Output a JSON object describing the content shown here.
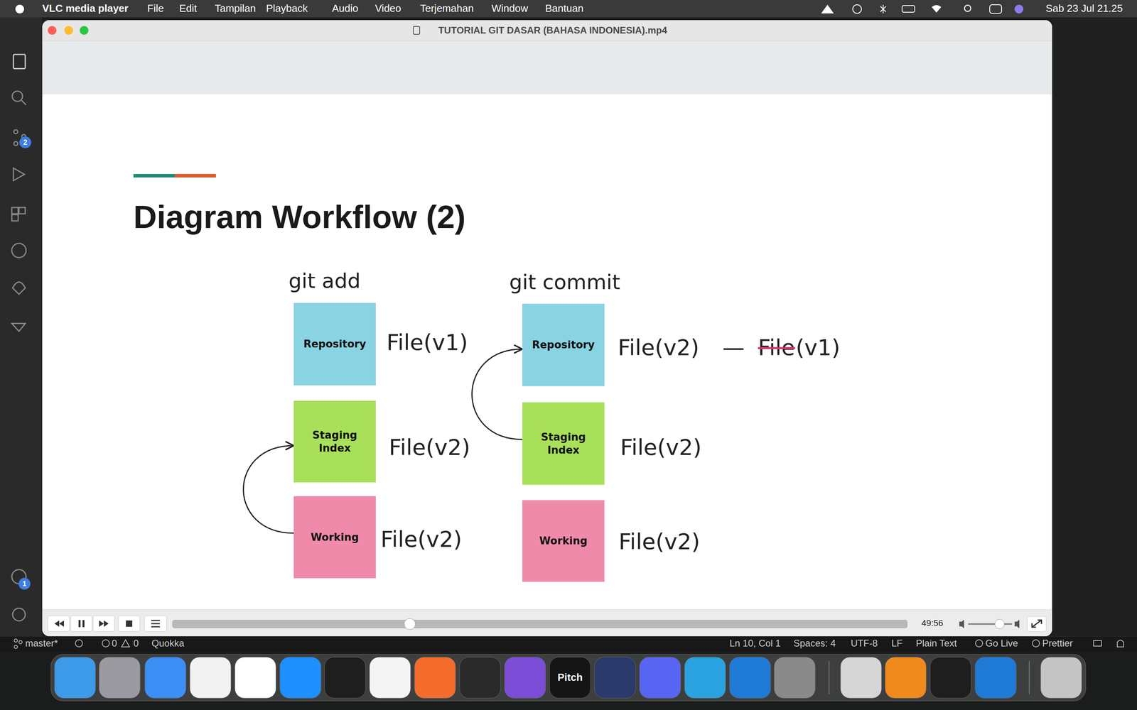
{
  "diagram": {
    "title": "Diagram Workflow (2)",
    "nodes": [
      {
        "text": [
          "Repository"
        ]
      },
      {
        "text": [
          "Repository"
        ]
      },
      {
        "text": [
          "Staging Index"
        ]
      },
      {
        "text": [
          "Staging Index"
        ]
      },
      {
        "text": [
          "Working"
        ]
      },
      {
        "text": [
          "Working"
        ]
      }
    ],
    "edges": [
      {
        "from": 4,
        "to": 2,
        "arrow": "to"
      },
      {
        "from": 3,
        "to": 1,
        "arrow": "to"
      }
    ],
    "labels": [
      "VLC media player",
      "File",
      "Edit",
      "Tampilan",
      "Playback",
      "Audio",
      "Video",
      "Terjemahan",
      "Window",
      "Bantuan",
      "Sab 23 Jul 21.25",
      "TUTORIAL GIT DASAR (BAHASA INDONESIA).mp4",
      "git add",
      "git commit",
      "File(v1)",
      "File(v2)",
      "File(v2)",
      "File(v2)",
      "—",
      "File",
      "(v1)",
      "File(v2)",
      "File(v2)",
      "49:56",
      "2",
      "1",
      "master*",
      "0",
      "0",
      "Quokka",
      "Ln 10, Col 1",
      "Spaces: 4",
      "UTF-8",
      "LF",
      "Plain Text",
      "Go Live",
      "Prettier",
      "Pitch"
    ]
  }
}
